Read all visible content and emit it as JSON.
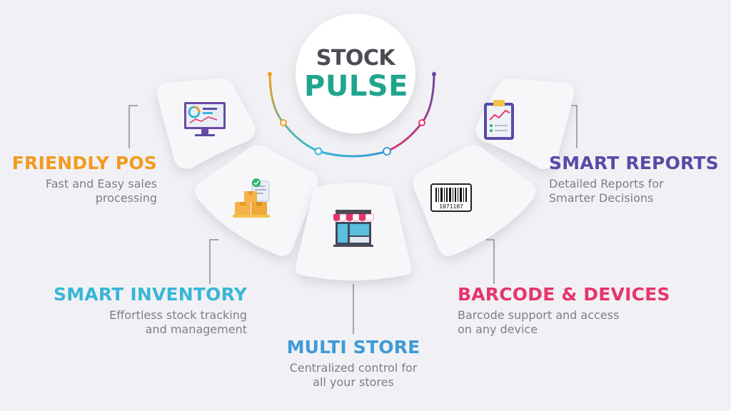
{
  "brand": {
    "line1": "STOCK",
    "line2": "PULSE"
  },
  "features": {
    "friendly_pos": {
      "title": "FRIENDLY POS",
      "desc": "Fast and Easy sales\nprocessing",
      "color": "#f39a1f",
      "icon": "pos-monitor-icon"
    },
    "smart_inventory": {
      "title": "SMART INVENTORY",
      "desc": "Effortless stock tracking\nand management",
      "color": "#3ab6d6",
      "icon": "inventory-boxes-icon"
    },
    "multi_store": {
      "title": "MULTI STORE",
      "desc": "Centralized control for\nall your stores",
      "color": "#3d9ad6",
      "icon": "storefront-icon"
    },
    "barcode_devices": {
      "title": "BARCODE & DEVICES",
      "desc": "Barcode support and access\non any device",
      "color": "#e5356c",
      "icon": "barcode-icon",
      "barcode_number": "1071107"
    },
    "smart_reports": {
      "title": "SMART REPORTS",
      "desc": "Detailed Reports for\nSmarter Decisions",
      "color": "#5a4aa6",
      "icon": "report-clipboard-icon"
    }
  }
}
